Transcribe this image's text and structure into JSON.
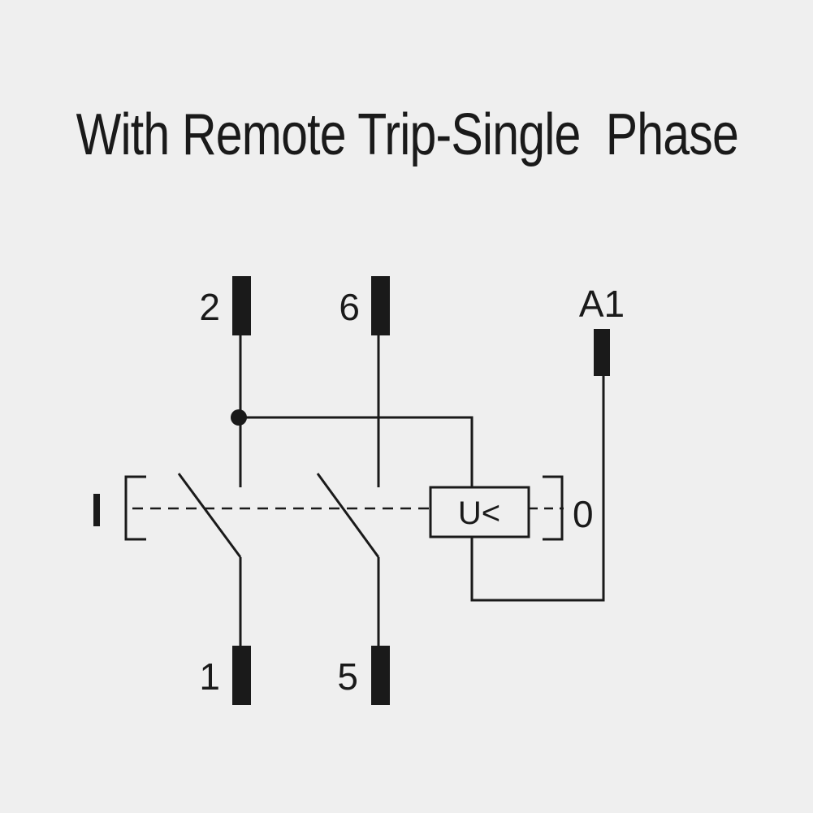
{
  "title": "With Remote Trip-Single  Phase",
  "terminals": {
    "t2": "2",
    "t6": "6",
    "a1": "A1",
    "t1": "1",
    "t5": "5"
  },
  "relay_label": "U<",
  "handle": {
    "on_label": "I",
    "off_label": "0"
  },
  "colors": {
    "background": "#efefef",
    "ink": "#1a1a1a"
  }
}
